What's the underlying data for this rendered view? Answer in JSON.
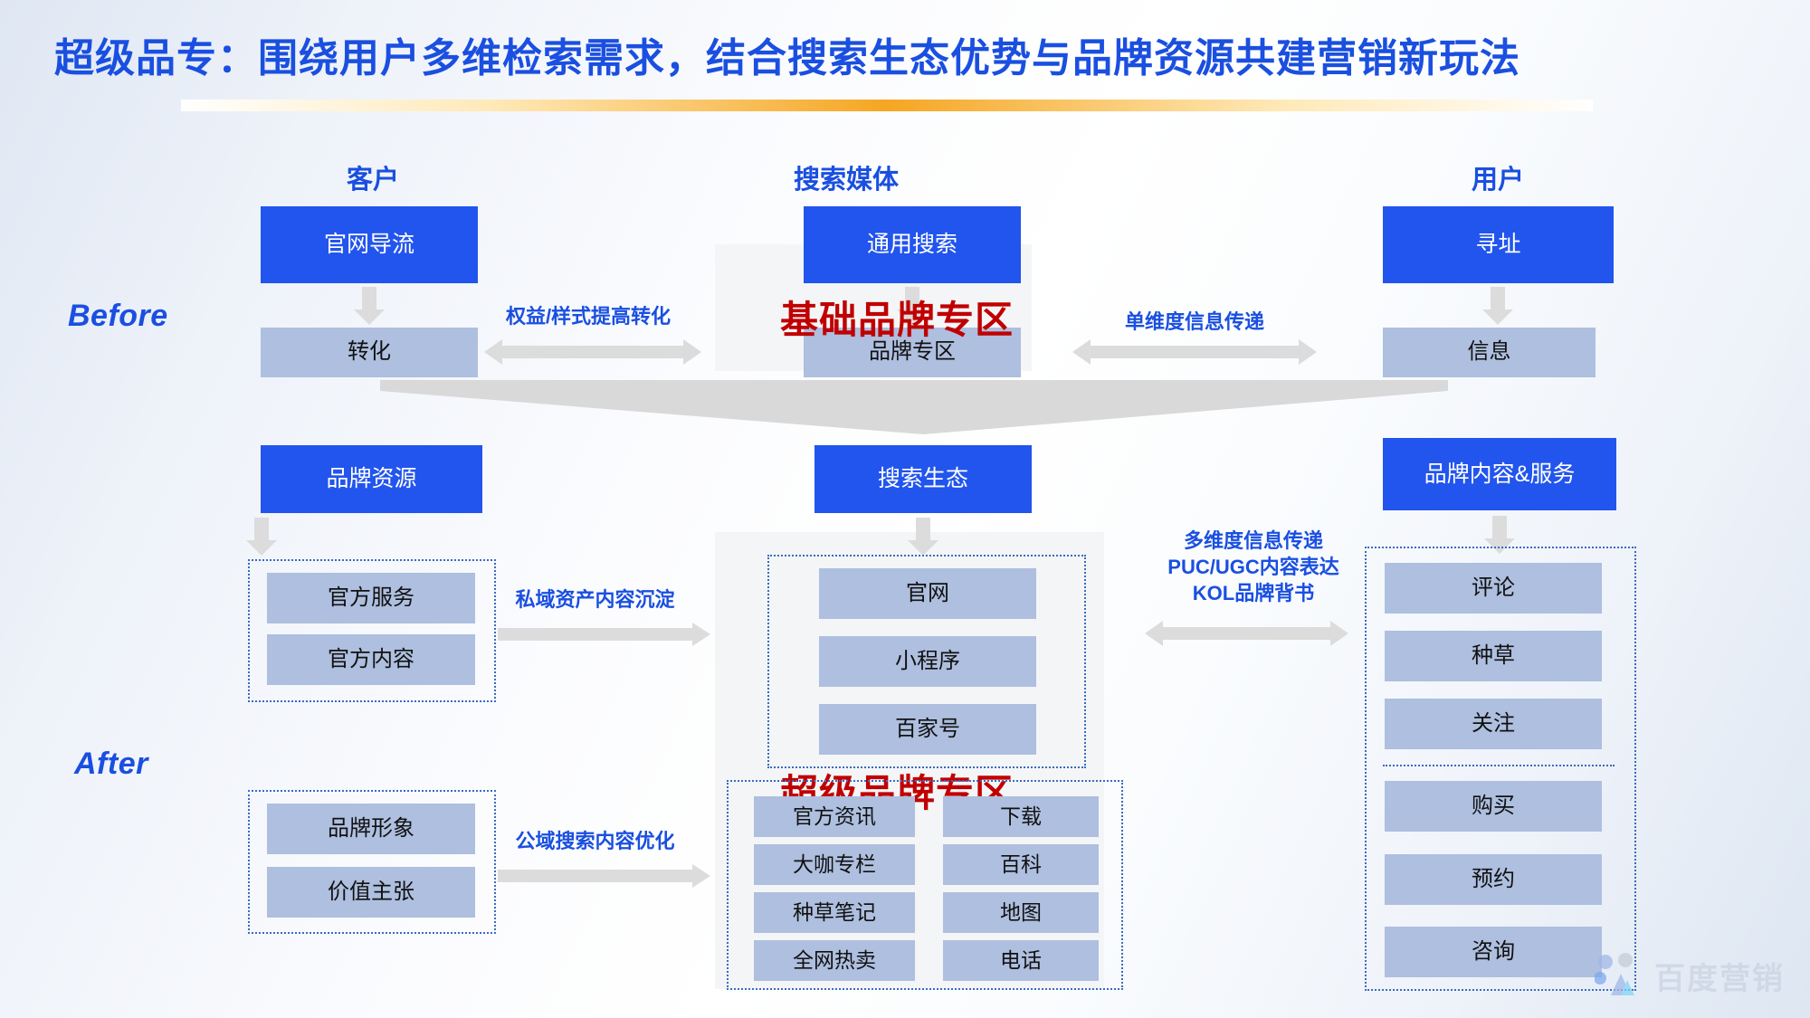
{
  "title": "超级品专：围绕用户多维检索需求，结合搜索生态优势与品牌资源共建营销新玩法",
  "columns": {
    "customer": "客户",
    "media": "搜索媒体",
    "user": "用户"
  },
  "stages": {
    "before": "Before",
    "after": "After"
  },
  "before": {
    "customer": {
      "primary": "官网导流",
      "secondary": "转化"
    },
    "media": {
      "primary": "通用搜索",
      "secondary": "品牌专区",
      "red_overlay": "基础品牌专区"
    },
    "user": {
      "primary": "寻址",
      "secondary": "信息"
    },
    "connector_left": "权益/样式提高转化",
    "connector_right": "单维度信息传递"
  },
  "after": {
    "customer": {
      "primary": "品牌资源",
      "group_top": [
        "官方服务",
        "官方内容"
      ],
      "group_bottom": [
        "品牌形象",
        "价值主张"
      ],
      "connector_top": "私域资产内容沉淀",
      "connector_bottom": "公域搜索内容优化"
    },
    "media": {
      "primary": "搜索生态",
      "group_top": [
        "官网",
        "小程序",
        "百家号"
      ],
      "grid_left": [
        "官方资讯",
        "大咖专栏",
        "种草笔记",
        "全网热卖"
      ],
      "grid_right": [
        "下载",
        "百科",
        "地图",
        "电话"
      ],
      "red_overlay": "超级品牌专区"
    },
    "user": {
      "primary": "品牌内容&服务",
      "group_top": [
        "评论",
        "种草",
        "关注"
      ],
      "group_bottom": [
        "购买",
        "预约",
        "咨询"
      ],
      "connector": "多维度信息传递\nPUC/UGC内容表达\nKOL品牌背书"
    }
  },
  "watermark": {
    "text": "百度营销"
  },
  "colors": {
    "brand_blue": "#1a4fe0",
    "box_blue": "#2255ee",
    "box_light": "#aebfdf",
    "accent_red": "#c00000",
    "arrow_grey": "#dcdcdc",
    "underline_gold": "#f5a623"
  }
}
